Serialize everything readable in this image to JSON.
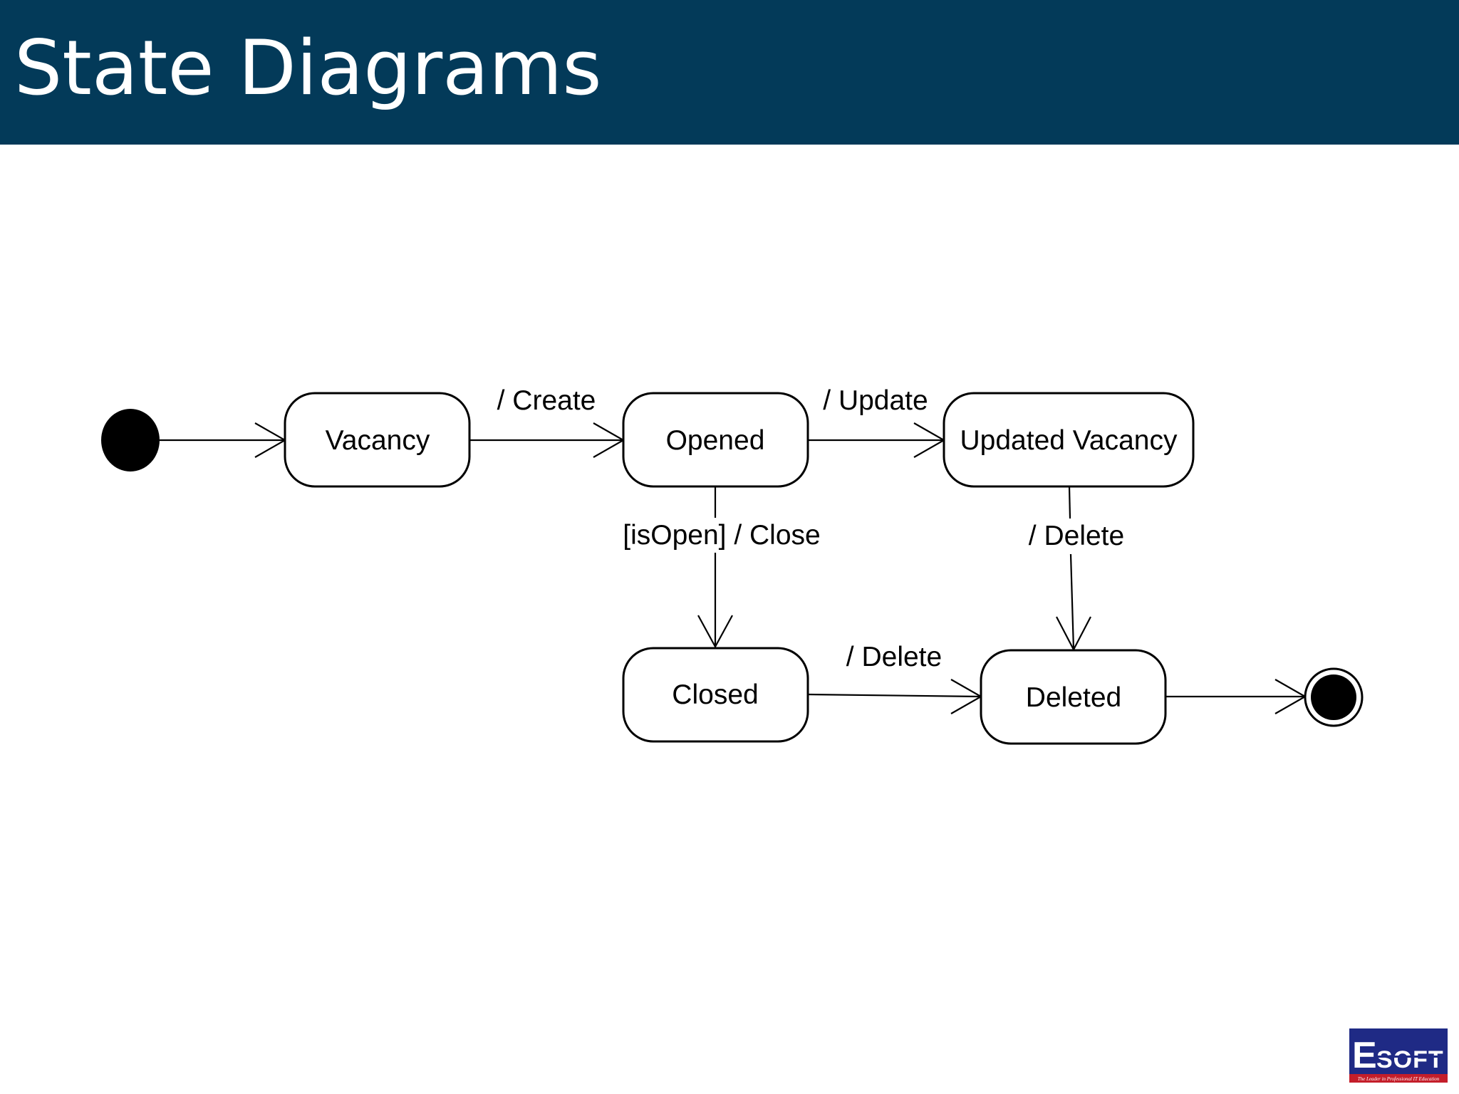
{
  "slide": {
    "title": "State Diagrams",
    "title_bar_color": "#033a59"
  },
  "diagram": {
    "states": [
      {
        "id": "vacancy",
        "label": "Vacancy"
      },
      {
        "id": "opened",
        "label": "Opened"
      },
      {
        "id": "updated-vacancy",
        "label": "Updated Vacancy"
      },
      {
        "id": "closed",
        "label": "Closed"
      },
      {
        "id": "deleted",
        "label": "Deleted"
      }
    ],
    "transitions": [
      {
        "from": "initial",
        "to": "vacancy",
        "label": ""
      },
      {
        "from": "vacancy",
        "to": "opened",
        "label": "/ Create"
      },
      {
        "from": "opened",
        "to": "updated-vacancy",
        "label": "/ Update"
      },
      {
        "from": "opened",
        "to": "closed",
        "label": "[isOpen] / Close"
      },
      {
        "from": "updated-vacancy",
        "to": "deleted",
        "label": "/ Delete"
      },
      {
        "from": "closed",
        "to": "deleted",
        "label": "/ Delete"
      },
      {
        "from": "deleted",
        "to": "final",
        "label": ""
      }
    ]
  },
  "logo": {
    "brand": "ESOFT",
    "tagline": "The Leader in Professional IT Education",
    "colors": {
      "background": "#1f2a85",
      "accent": "#c41e2a",
      "text": "#ffffff"
    }
  }
}
